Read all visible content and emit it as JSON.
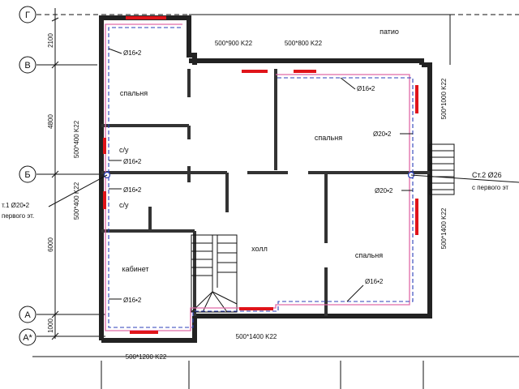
{
  "axes": {
    "G": "Г",
    "V": "В",
    "B": "Б",
    "A": "А",
    "A_star": "А*"
  },
  "axis_dims": {
    "d1": "2100",
    "d2": "4800",
    "d3": "6000",
    "d4": "1000"
  },
  "rooms": {
    "bedroom_nw": "спальня",
    "bedroom_ne": "спальня",
    "bedroom_se": "спальня",
    "bath_1": "с/у",
    "bath_2": "с/у",
    "office": "кабинет",
    "hall": "холл",
    "patio": "патио"
  },
  "pipes": {
    "p_nw": "Ø16•2",
    "p_ne_top": "Ø16•2",
    "p_ne": "Ø20•2",
    "p_bath1": "Ø16•2",
    "p_bath2": "Ø16•2",
    "p_right_mid": "Ø20•2",
    "p_office": "Ø16•2",
    "p_se": "Ø16•2"
  },
  "radiators": {
    "r_top1": "500*900 K22",
    "r_top2": "500*800 K22",
    "r_right1": "500*1000 K22",
    "r_left1": "500*400 K22",
    "r_left2": "500*400 K22",
    "r_right2": "500*1400 K22",
    "r_bottom1": "500*1400 K22",
    "r_bottom2": "500*1200 K22"
  },
  "risers": {
    "st1_line1": "т.1  Ø20•2",
    "st1_line2": "первого эт.",
    "st2_line1": "Ст.2   Ø26",
    "st2_line2": "с первого эт"
  },
  "colors": {
    "radiator": "#e0141a",
    "supply_pipe": "#e06aa8",
    "return_pipe": "#2c3fb8"
  }
}
